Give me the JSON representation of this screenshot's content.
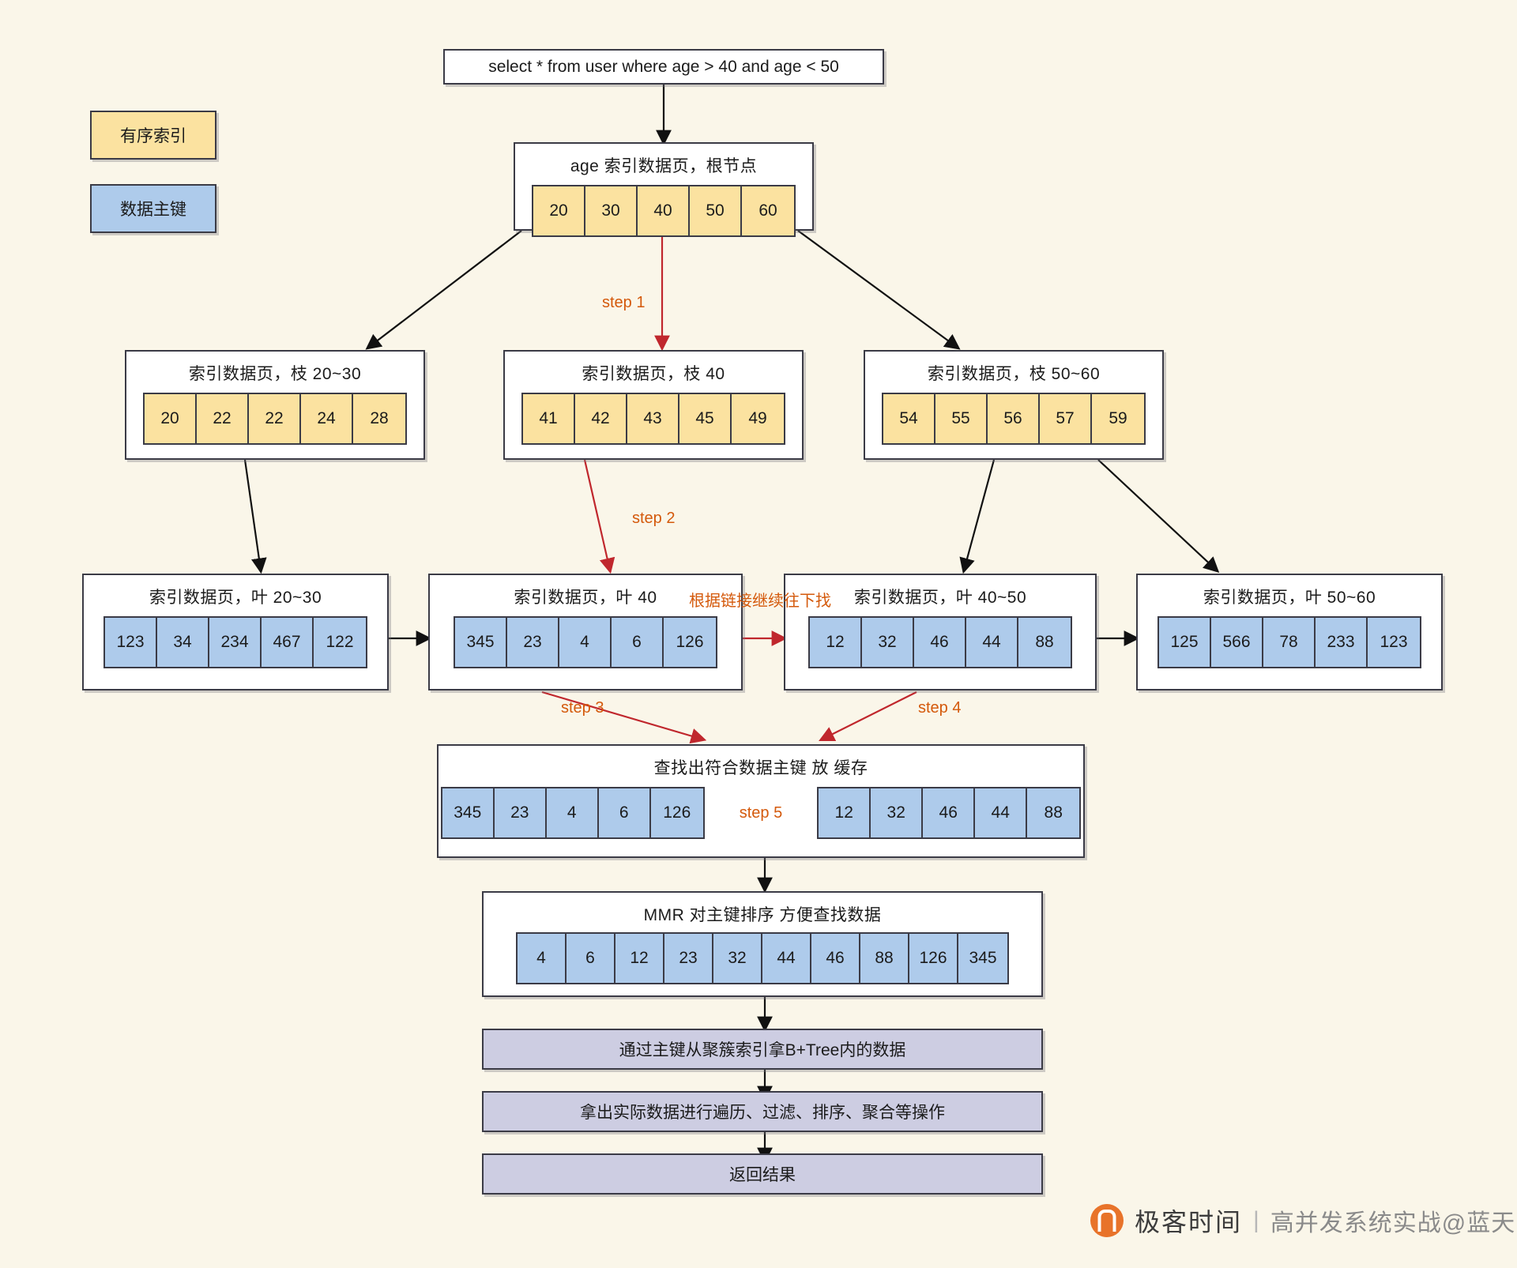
{
  "legend": {
    "index_label": "有序索引",
    "pk_label": "数据主键",
    "index_color": "#fbe2a0",
    "pk_color": "#aecbeb"
  },
  "query": {
    "sql": "select * from user where age > 40 and age <  50"
  },
  "root": {
    "title": "age 索引数据页，根节点",
    "cells": [
      "20",
      "30",
      "40",
      "50",
      "60"
    ]
  },
  "branches": [
    {
      "title": "索引数据页，枝 20~30",
      "cells": [
        "20",
        "22",
        "22",
        "24",
        "28"
      ]
    },
    {
      "title": "索引数据页，枝 40",
      "cells": [
        "41",
        "42",
        "43",
        "45",
        "49"
      ]
    },
    {
      "title": "索引数据页，枝 50~60",
      "cells": [
        "54",
        "55",
        "56",
        "57",
        "59"
      ]
    }
  ],
  "leaves": [
    {
      "title": "索引数据页，叶 20~30",
      "cells": [
        "123",
        "34",
        "234",
        "467",
        "122"
      ]
    },
    {
      "title": "索引数据页，叶 40",
      "cells": [
        "345",
        "23",
        "4",
        "6",
        "126"
      ]
    },
    {
      "title": "索引数据页，叶  40~50",
      "cells": [
        "12",
        "32",
        "46",
        "44",
        "88"
      ]
    },
    {
      "title": "索引数据页，叶  50~60",
      "cells": [
        "125",
        "566",
        "78",
        "233",
        "123"
      ]
    }
  ],
  "cache": {
    "title": "查找出符合数据主键 放  缓存",
    "left_cells": [
      "345",
      "23",
      "4",
      "6",
      "126"
    ],
    "right_cells": [
      "12",
      "32",
      "46",
      "44",
      "88"
    ],
    "middle_step": "step 5"
  },
  "mmr": {
    "title": "MMR 对主键排序 方便查找数据",
    "cells": [
      "4",
      "6",
      "12",
      "23",
      "32",
      "44",
      "46",
      "88",
      "126",
      "345"
    ]
  },
  "flow": [
    {
      "label": "通过主键从聚簇索引拿B+Tree内的数据"
    },
    {
      "label": "拿出实际数据进行遍历、过滤、排序、聚合等操作"
    },
    {
      "label": "返回结果"
    }
  ],
  "steps": {
    "step1": "step 1",
    "step2": "step 2",
    "step3": "step 3",
    "step4": "step 4",
    "link_note": "根据链接继续往下找"
  },
  "footer": {
    "brand": "极客时间",
    "separator": "|",
    "subtitle": "高并发系统实战@蓝天"
  },
  "colors": {
    "background": "#faf6e9",
    "stroke": "#3b3b46",
    "accent_red": "#c0272d",
    "accent_orange": "#d4590b",
    "flow_fill": "#cdcde2"
  }
}
